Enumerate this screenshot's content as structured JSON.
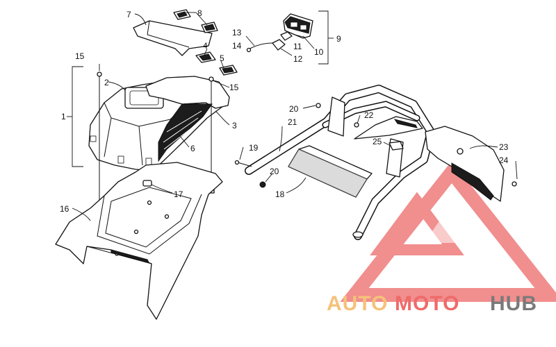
{
  "callouts": [
    "1",
    "2",
    "3",
    "4",
    "5",
    "6",
    "7",
    "8",
    "9",
    "10",
    "11",
    "12",
    "13",
    "14",
    "15",
    "16",
    "17",
    "18",
    "19",
    "20",
    "21",
    "22",
    "23",
    "24",
    "25"
  ],
  "callout_15_second": "15",
  "callout_20_second": "20",
  "watermark": {
    "part1": "AUTO",
    "part2": "MOTO",
    "part3": "HUB",
    "color_light": "#f5c27a",
    "color_accent": "#ef6a6a",
    "color_dark": "#7a7a7a"
  }
}
